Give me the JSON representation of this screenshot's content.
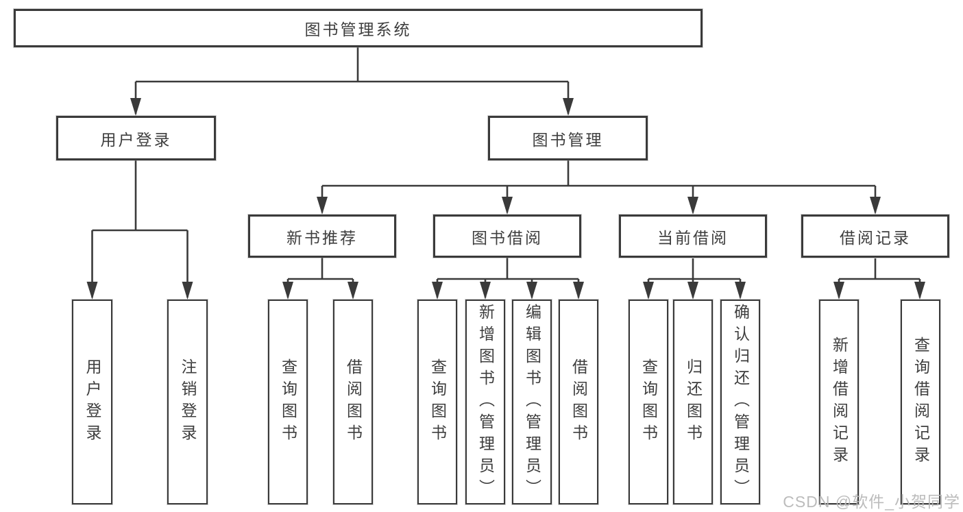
{
  "diagram": {
    "type": "hierarchy-tree",
    "tree": {
      "root": {
        "label": "图书管理系统",
        "children": [
          {
            "label": "用户登录",
            "children": [
              {
                "label": "用户登录"
              },
              {
                "label": "注销登录"
              }
            ]
          },
          {
            "label": "图书管理",
            "children": [
              {
                "label": "新书推荐",
                "children": [
                  {
                    "label": "查询图书"
                  },
                  {
                    "label": "借阅图书"
                  }
                ]
              },
              {
                "label": "图书借阅",
                "children": [
                  {
                    "label": "查询图书"
                  },
                  {
                    "label": "新增图书（管理员）"
                  },
                  {
                    "label": "编辑图书（管理员）"
                  },
                  {
                    "label": "借阅图书"
                  }
                ]
              },
              {
                "label": "当前借阅",
                "children": [
                  {
                    "label": "查询图书"
                  },
                  {
                    "label": "归还图书"
                  },
                  {
                    "label": "确认归还（管理员）"
                  }
                ]
              },
              {
                "label": "借阅记录",
                "children": [
                  {
                    "label": "新增借阅记录"
                  },
                  {
                    "label": "查询借阅记录"
                  }
                ]
              }
            ]
          }
        ]
      }
    },
    "colors": {
      "line": "#3a3a3a",
      "text": "#3e3e3e",
      "box_background": "#ffffff",
      "watermark": "#b9b9b9"
    }
  },
  "watermark": {
    "text": "CSDN @软件_小贺同学"
  }
}
